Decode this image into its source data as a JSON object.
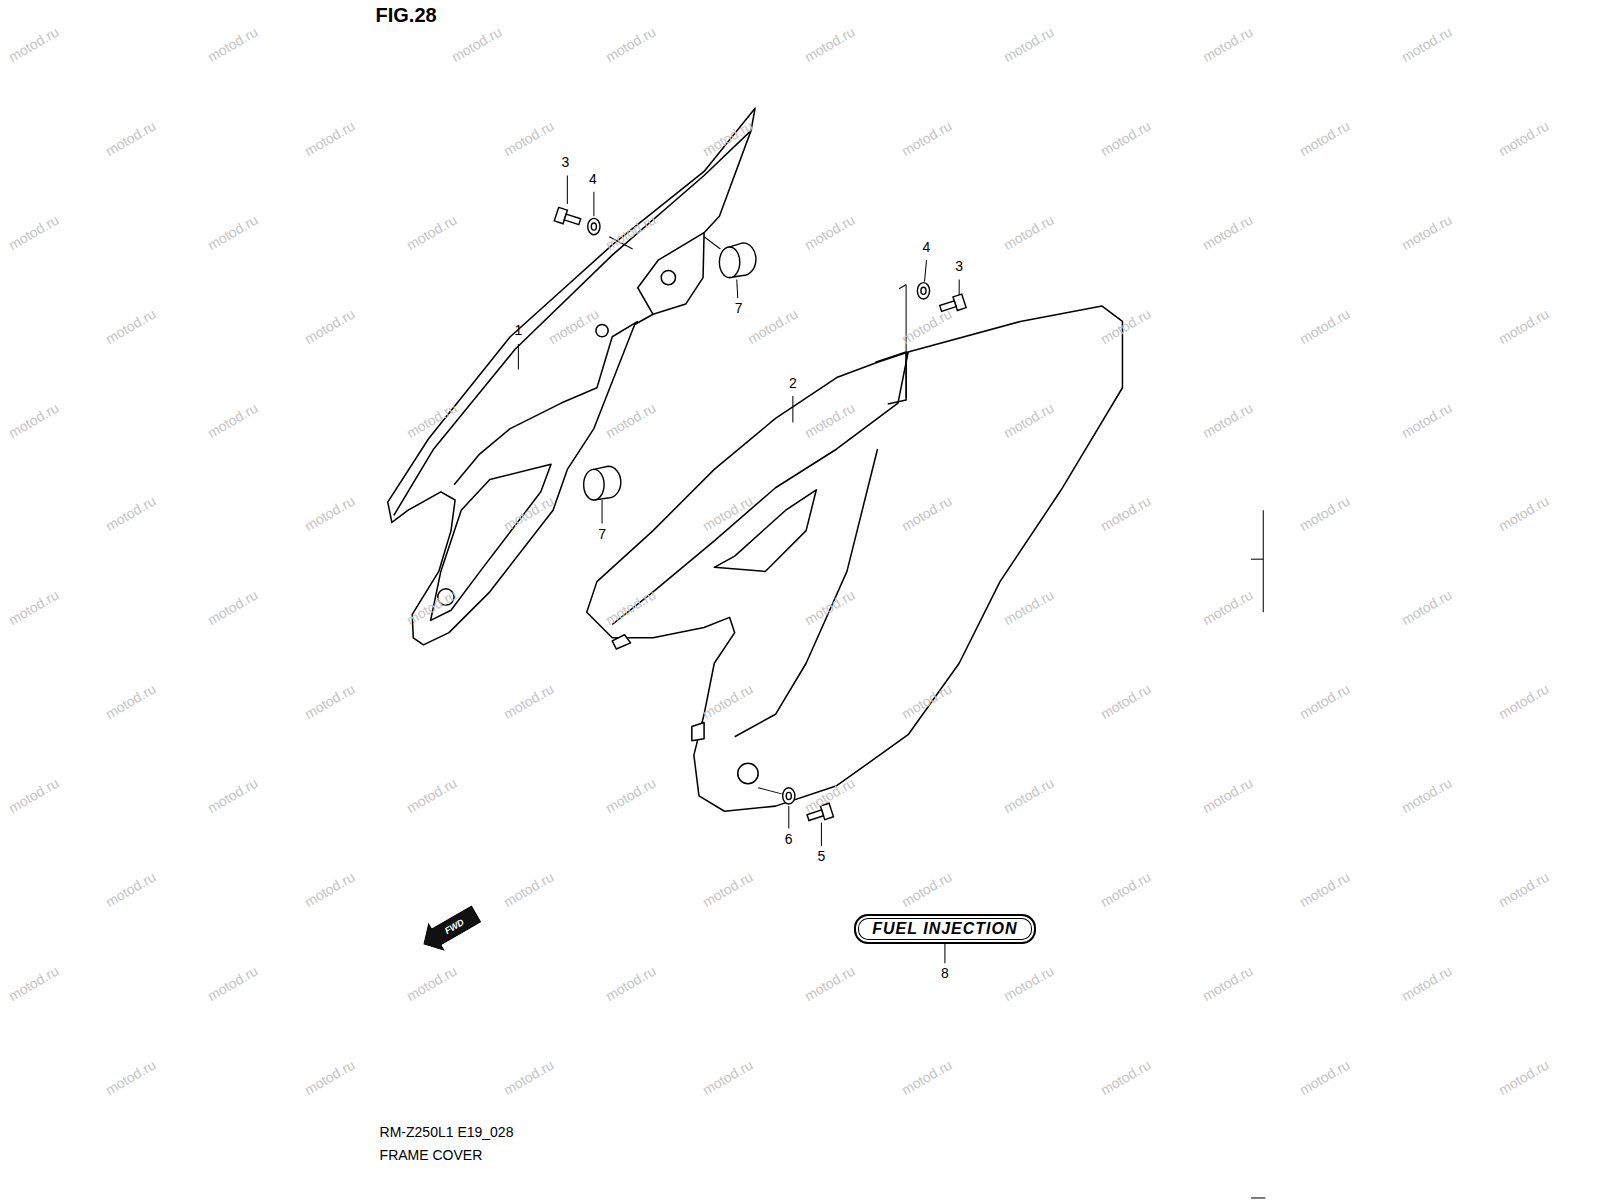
{
  "diagram": {
    "title": "FIG.28",
    "nodes": [
      {
        "text": [
          "FWD"
        ]
      },
      {
        "text": [
          "FUEL INJECTION"
        ]
      }
    ],
    "labels": [
      "3",
      "4",
      "7",
      "1",
      "7",
      "4",
      "3",
      "2",
      "6",
      "5",
      "8",
      "RM-Z250L1 E19_028",
      "FRAME COVER",
      "motod.ru",
      "motod.ru",
      "motod.ru",
      "motod.ru",
      "motod.ru",
      "motod.ru",
      "motod.ru",
      "motod.ru",
      "motod.ru",
      "motod.ru",
      "motod.ru",
      "motod.ru",
      "motod.ru",
      "motod.ru",
      "motod.ru",
      "motod.ru",
      "motod.ru",
      "motod.ru",
      "motod.ru",
      "motod.ru",
      "motod.ru",
      "motod.ru",
      "motod.ru",
      "motod.ru",
      "motod.ru",
      "motod.ru",
      "motod.ru",
      "motod.ru",
      "motod.ru",
      "motod.ru",
      "motod.ru",
      "motod.ru",
      "motod.ru",
      "motod.ru",
      "motod.ru",
      "motod.ru",
      "motod.ru",
      "motod.ru",
      "motod.ru",
      "motod.ru",
      "motod.ru",
      "motod.ru",
      "motod.ru",
      "motod.ru",
      "motod.ru",
      "motod.ru",
      "motod.ru",
      "motod.ru",
      "motod.ru",
      "motod.ru",
      "motod.ru",
      "motod.ru",
      "motod.ru",
      "motod.ru",
      "motod.ru",
      "motod.ru",
      "motod.ru",
      "motod.ru",
      "motod.ru",
      "motod.ru",
      "motod.ru",
      "motod.ru",
      "motod.ru",
      "motod.ru",
      "motod.ru",
      "motod.ru",
      "motod.ru",
      "motod.ru",
      "motod.ru",
      "motod.ru",
      "motod.ru",
      "motod.ru",
      "motod.ru",
      "motod.ru",
      "motod.ru",
      "motod.ru",
      "motod.ru",
      "motod.ru",
      "motod.ru",
      "motod.ru",
      "motod.ru",
      "motod.ru",
      "motod.ru",
      "motod.ru",
      "motod.ru",
      "motod.ru",
      "motod.ru",
      "motod.ru",
      "motod.ru",
      "motod.ru",
      "motod.ru",
      "motod.ru",
      "motod.ru",
      "motod.ru",
      "motod.ru",
      "motod.ru"
    ]
  }
}
